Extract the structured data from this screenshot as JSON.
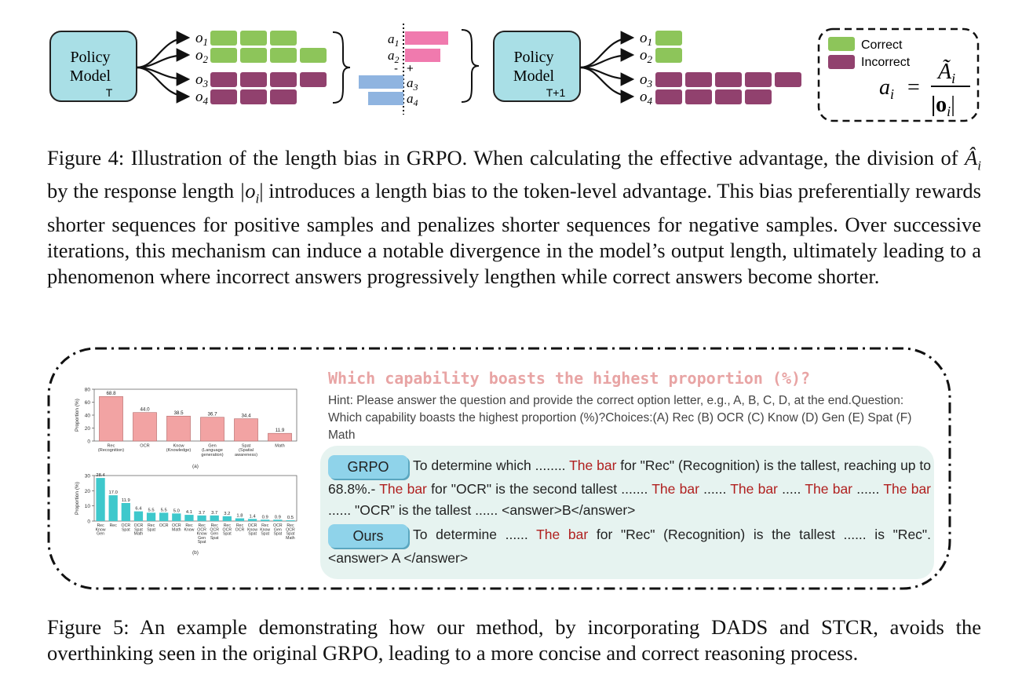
{
  "figure4": {
    "policy_left": {
      "line1": "Policy",
      "line2": "Model",
      "sub": "T"
    },
    "policy_right": {
      "line1": "Policy",
      "line2": "Model",
      "sub": "T+1"
    },
    "outputs": [
      "o",
      "o",
      "o",
      "o"
    ],
    "output_subs": [
      "1",
      "2",
      "3",
      "4"
    ],
    "advantages": [
      "a",
      "a",
      "a",
      "a"
    ],
    "sign_minus": "-",
    "sign_plus": "+",
    "legend": {
      "correct": "Correct",
      "incorrect": "Incorrect"
    },
    "formula": {
      "lhs": "a",
      "lhs_sub": "i",
      "eq": "=",
      "num": "Ã",
      "num_sub": "i",
      "den": "|o",
      "den_sub": "i",
      "den_end": "|"
    },
    "colors": {
      "correct": "#8dc55a",
      "incorrect": "#91416e",
      "pos_adv": "#f07aae",
      "neg_adv": "#8fb4e0",
      "policy_box": "#a9dfe6"
    }
  },
  "caption4": {
    "parts": [
      "Figure 4: Illustration of the length bias in GRPO. When calculating the effective advantage, the division of ",
      "Â",
      "i",
      " by the response length ",
      "|o",
      "i",
      "|",
      " introduces a length bias to the token-level advantage. This bias preferentially rewards shorter sequences for positive samples and penalizes shorter sequences for negative samples. Over successive iterations, this mechanism can induce a notable divergence in the model’s output length, ultimately leading to a phenomenon where incorrect answers progressively lengthen while correct answers become shorter."
    ]
  },
  "figure5": {
    "question": "Which capability boasts the highest proportion (%)?",
    "hint": "Hint: Please answer the question and provide the correct option letter, e.g., A, B, C, D, at the end.Question: Which capability boasts the highest proportion (%)?Choices:(A) Rec (B) OCR (C) Know (D) Gen (E) Spat (F) Math",
    "grpo_label": "GRPO",
    "grpo": {
      "t1": "To determine which ........ ",
      "r1": "The bar",
      "t2": " for \"Rec\" (Recognition) is the tallest, reaching up to 68.8%.- ",
      "r2": "The bar",
      "t3": " for \"OCR\" is the second tallest ....... ",
      "r3": "The bar",
      "t4": " ...... ",
      "r4": "The bar",
      "t5": " ..... ",
      "r5": "The bar",
      "t6": " ...... ",
      "r6": "The bar",
      "t7": " ...... \"OCR” is the tallest ...... <answer>B</answer>"
    },
    "ours_label": "Ours",
    "ours": {
      "t1": "To determine ...... ",
      "r1": "The bar",
      "t2": " for \"Rec\" (Recognition) is the tallest ...... is \"Rec\". <answer> A </answer>"
    },
    "chart_a_caption": "(a)",
    "chart_b_caption": "(b)"
  },
  "chart_data": [
    {
      "type": "bar",
      "ylabel": "Proportion (%)",
      "ylim": [
        0,
        80
      ],
      "yticks": [
        "0",
        "20",
        "40",
        "60",
        "80"
      ],
      "categories": [
        "Rec\n(Recognition)",
        "OCR",
        "Know\n(Knowledge)",
        "Gen\n(Language\ngeneration)",
        "Spat\n(Spatial\nawareness)",
        "Math"
      ],
      "values": [
        68.8,
        44.0,
        38.5,
        36.7,
        34.4,
        11.9
      ],
      "labels": [
        "68.8",
        "44.0",
        "38.5",
        "36.7",
        "34.4",
        "11.9"
      ],
      "color": "#f2a3a3"
    },
    {
      "type": "bar",
      "ylabel": "Proportion (%)",
      "ylim": [
        0,
        30
      ],
      "yticks": [
        "0",
        "10",
        "20",
        "30"
      ],
      "categories": [
        "Rec\nKnow\nGen",
        "Rec",
        "OCR\nSpat",
        "OCR\nSpat\nMath",
        "Rec\nSpat",
        "OCR",
        "OCR\nMath",
        "Rec\nKnow",
        "Rec\nOCR\nKnow\nGen\nSpat",
        "Rec\nOCR\nGen\nSpat",
        "Rec\nOCR\nSpat",
        "Rec\nOCR",
        "OCR\nKnow\nSpat",
        "Rec\nKnow\nSpat",
        "OCR\nGen\nSpat",
        "Rec\nOCR\nSpat\nMath"
      ],
      "values": [
        28.4,
        17.0,
        11.9,
        6.4,
        5.5,
        5.5,
        5.0,
        4.1,
        3.7,
        3.7,
        3.2,
        1.8,
        1.4,
        0.9,
        0.9,
        0.5
      ],
      "labels": [
        "28.4",
        "17.0",
        "11.9",
        "6.4",
        "5.5",
        "5.5",
        "5.0",
        "4.1",
        "3.7",
        "3.7",
        "3.2",
        "1.8",
        "1.4",
        "0.9",
        "0.9",
        "0.5"
      ],
      "color": "#3ec8cc"
    }
  ]
}
